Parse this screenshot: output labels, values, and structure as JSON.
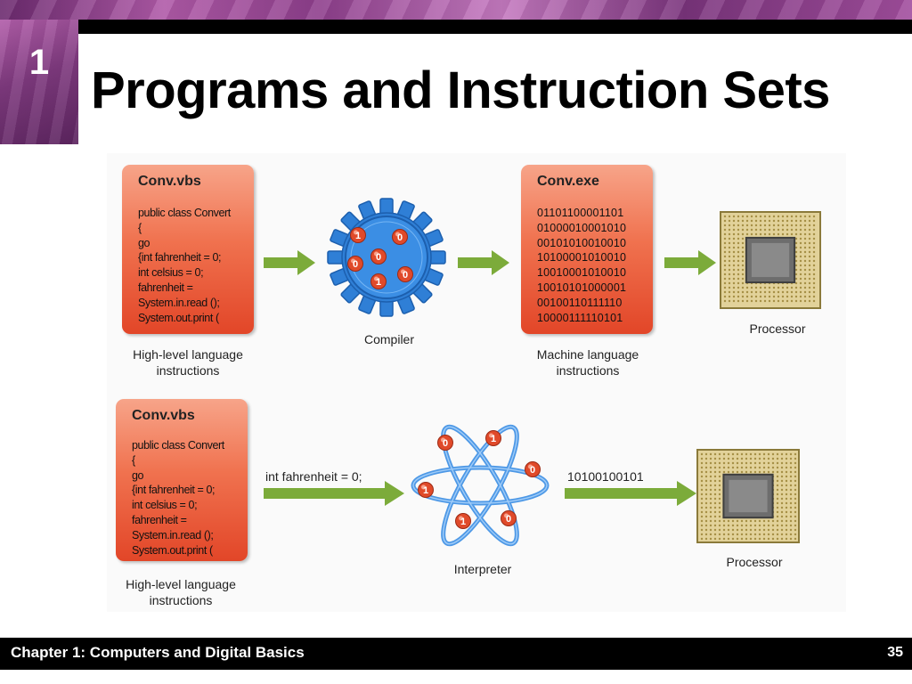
{
  "slide": {
    "chapter_number": "1",
    "title": "Programs and Instruction Sets",
    "footer_text": "Chapter 1: Computers and Digital Basics",
    "page_number": "35"
  },
  "diagram": {
    "compiler_row": {
      "source_box": {
        "title": "Conv.vbs",
        "lines": [
          "public class Convert",
          "{",
          "go",
          "{int fahrenheit = 0;",
          "int celsius = 0;",
          "fahrenheit =",
          "System.in.read ();",
          "System.out.print ("
        ]
      },
      "source_caption": [
        "High-level language",
        "instructions"
      ],
      "compiler_label": "Compiler",
      "compiler_bits": [
        "1",
        "0",
        "0",
        "0",
        "0",
        "1"
      ],
      "output_box": {
        "title": "Conv.exe",
        "lines": [
          "01101100001101",
          "01000010001010",
          "00101010010010",
          "10100001010010",
          "10010001010010",
          "10010101000001",
          "00100110111110",
          "10000111110101"
        ]
      },
      "output_caption": [
        "Machine language",
        "instructions"
      ],
      "processor_label": "Processor"
    },
    "interpreter_row": {
      "source_box": {
        "title": "Conv.vbs",
        "lines": [
          "public class Convert",
          "{",
          "go",
          "{int fahrenheit = 0;",
          "int celsius = 0;",
          "fahrenheit =",
          "System.in.read ();",
          "System.out.print ("
        ]
      },
      "source_caption": [
        "High-level language",
        "instructions"
      ],
      "input_label": "int fahrenheit = 0;",
      "interpreter_label": "Interpreter",
      "interpreter_bits": [
        "0",
        "1",
        "0",
        "1",
        "1",
        "0"
      ],
      "output_label": "10100100101",
      "processor_label": "Processor"
    }
  },
  "colors": {
    "accent_purple": "#8e3f8c",
    "box_orange": "#ee6a48",
    "arrow_green": "#7cab3a",
    "gear_blue": "#2f7fd6",
    "bit_red": "#e04a2a"
  }
}
